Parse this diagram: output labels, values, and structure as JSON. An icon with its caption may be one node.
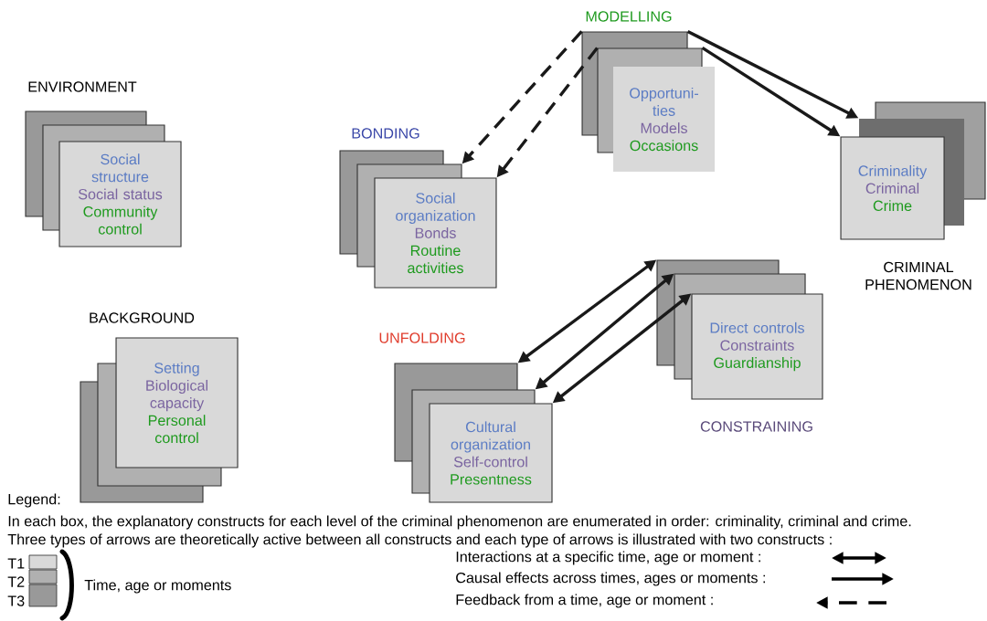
{
  "diagram": {
    "nodes": [
      {
        "text": [
          "Social structure",
          "Social status",
          "Community control"
        ],
        "beside": [
          "ENVIRONMENT"
        ]
      },
      {
        "text": [
          "Opportuni-ties",
          "Models",
          "Occasions"
        ],
        "beside": [
          "MODELLING"
        ]
      },
      {
        "text": [
          "Social organization",
          "Bonds",
          "Routine activities"
        ],
        "beside": [
          "BONDING"
        ]
      },
      {
        "text": [
          "Criminality",
          "Criminal",
          "Crime"
        ],
        "beside": [
          "CRIMINAL PHENOMENON"
        ]
      },
      {
        "text": [
          "Direct controls",
          "Constraints",
          "Guardianship"
        ],
        "beside": [
          "CONSTRAINING"
        ]
      },
      {
        "text": [
          "Cultural organization",
          "Self-control",
          "Presentness"
        ],
        "beside": [
          "UNFOLDING"
        ]
      },
      {
        "text": [
          "Setting",
          "Biological capacity",
          "Personal control"
        ],
        "beside": [
          "BACKGROUND"
        ]
      }
    ],
    "edges": [
      {
        "from": 1,
        "to": 2,
        "arrow": "to",
        "style": "dashed"
      },
      {
        "from": 1,
        "to": 2,
        "arrow": "to",
        "style": "dashed"
      },
      {
        "from": 1,
        "to": 3,
        "arrow": "to"
      },
      {
        "from": 1,
        "to": 3,
        "arrow": "to"
      },
      {
        "from": 4,
        "to": 5,
        "arrow": "both"
      },
      {
        "from": 4,
        "to": 5,
        "arrow": "both"
      },
      {
        "from": 4,
        "to": 5,
        "arrow": "both"
      }
    ],
    "labels": [
      "Legend:",
      "In each box, the explanatory constructs for each level of the criminal phenomenon are enumerated in order: criminality, criminal and crime.",
      "Three types of arrows are theoretically active between all constructs and each type of arrows is illustrated with two constructs :",
      "Time, age or moments"
    ],
    "legend": [
      {
        "text": "T1",
        "color": "#d9d9d9"
      },
      {
        "text": "T2",
        "color": "#b0b0b0"
      },
      {
        "text": "T3",
        "color": "#999999"
      },
      {
        "text": "Interactions at a specific time, age or moment :"
      },
      {
        "text": "Causal effects across times, ages or moments :"
      },
      {
        "text": "Feedback from a time, age or moment :"
      }
    ]
  }
}
